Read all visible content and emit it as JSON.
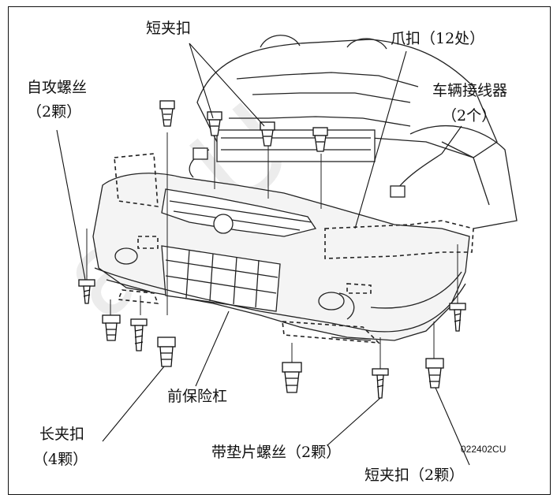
{
  "labels": {
    "short_clip_top": "短夹扣",
    "claw_clip": "爪扣（12处）",
    "self_tapping_screw": "自攻螺丝",
    "self_tapping_screw_qty": "（2颗）",
    "vehicle_connector": "车辆接线器",
    "vehicle_connector_qty": "（2个）",
    "front_bumper": "前保险杠",
    "long_clip": "长夹扣",
    "long_clip_qty": "（4颗）",
    "washer_screw": "带垫片螺丝（2颗）",
    "short_clip_bottom": "短夹扣（2颗）",
    "figure_code": "022402CU"
  },
  "watermark": "a AU"
}
